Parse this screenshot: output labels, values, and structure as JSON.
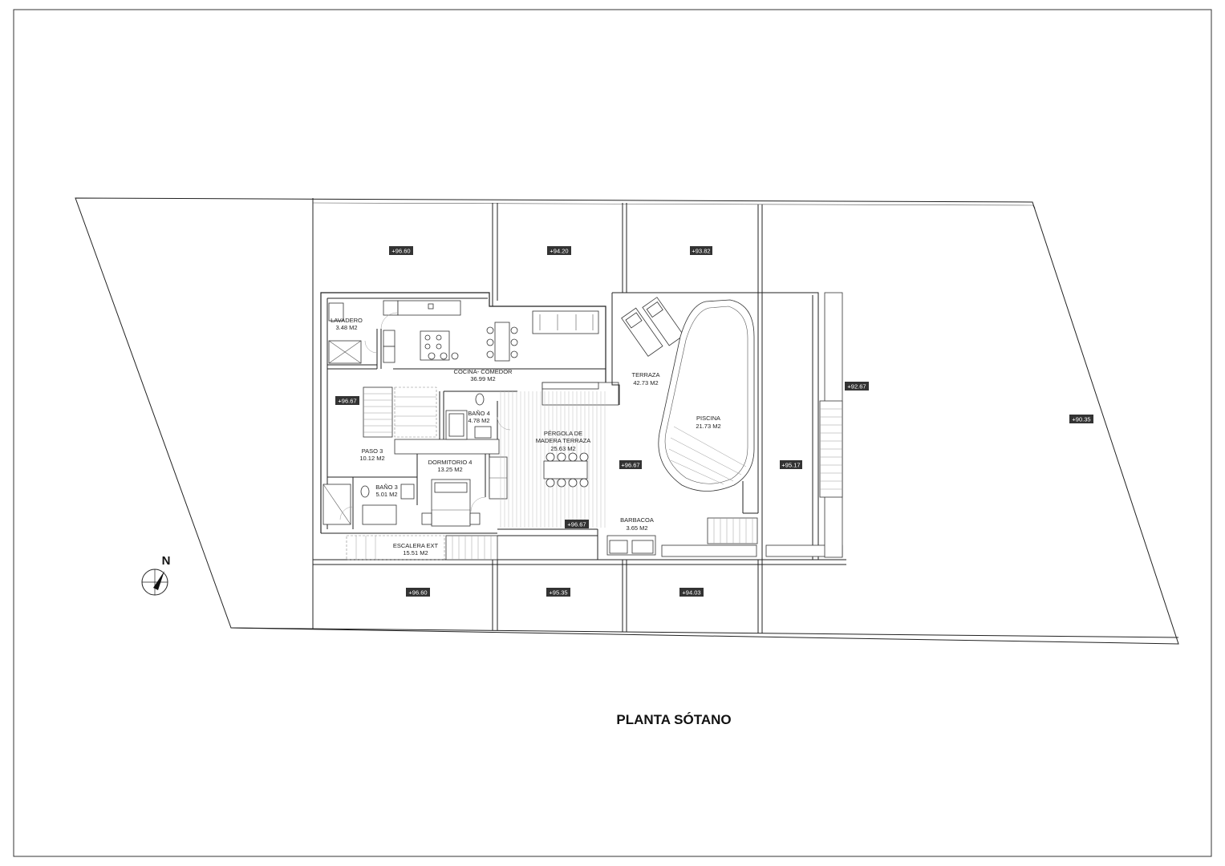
{
  "title": "PLANTA SÓTANO",
  "north": {
    "letter": "N",
    "icon": "north-arrow-icon"
  },
  "rooms": [
    {
      "id": "lavadero",
      "name": "LAVADERO",
      "area": "3.48 M2"
    },
    {
      "id": "cocina",
      "name": "COCINA- COMEDOR",
      "area": "36.99 M2"
    },
    {
      "id": "bano4",
      "name": "BAÑO 4",
      "area": "4.78 M2"
    },
    {
      "id": "pergola",
      "name_line1": "PÉRGOLA DE",
      "name_line2": "MADERA TERRAZA",
      "area": "25.63 M2"
    },
    {
      "id": "terraza",
      "name": "TERRAZA",
      "area": "42.73 M2"
    },
    {
      "id": "piscina",
      "name": "PISCINA",
      "area": "21.73 M2"
    },
    {
      "id": "paso3",
      "name": "PASO 3",
      "area": "10.12 M2"
    },
    {
      "id": "dormitorio4",
      "name": "DORMITORIO 4",
      "area": "13.25 M2"
    },
    {
      "id": "bano3",
      "name": "BAÑO 3",
      "area": "5.01 M2"
    },
    {
      "id": "barbacoa",
      "name": "BARBACOA",
      "area": "3.65 M2"
    },
    {
      "id": "escalera",
      "name": "ESCALERA EXT",
      "area": "15.51 M2"
    }
  ],
  "elevations": [
    "+96.60",
    "+94.20",
    "+93.82",
    "+96.67",
    "+92.67",
    "+90.35",
    "+96.67",
    "+95.17",
    "+96.67",
    "+96.60",
    "+95.35",
    "+94.03"
  ]
}
